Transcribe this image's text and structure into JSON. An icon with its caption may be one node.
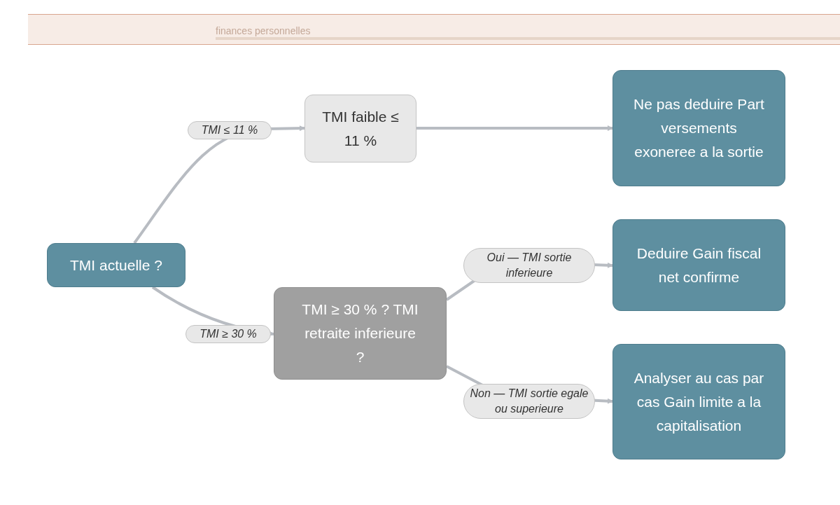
{
  "diagram": {
    "nodes": [
      {
        "text": [
          "TMI actuelle ?"
        ]
      },
      {
        "text": [
          "TMI faible ≤ 11 %"
        ]
      },
      {
        "text": [
          "TMI ≥ 30 % ? TMI retraite inferieure ?"
        ]
      },
      {
        "text": [
          "Ne pas deduire Part versements exoneree a la sortie"
        ]
      },
      {
        "text": [
          "Deduire Gain fiscal net confirme"
        ]
      },
      {
        "text": [
          "Analyser au cas par cas Gain limite a la capitalisation"
        ]
      }
    ],
    "edges": [
      {
        "from": 0,
        "to": 1,
        "arrow": "to",
        "label": "TMI ≤ 11 %"
      },
      {
        "from": 0,
        "to": 2,
        "arrow": "to",
        "label": "TMI ≥ 30 %"
      },
      {
        "from": 1,
        "to": 3,
        "arrow": "to"
      },
      {
        "from": 2,
        "to": 4,
        "arrow": "to",
        "label": "Oui — TMI sortie inferieure"
      },
      {
        "from": 2,
        "to": 5,
        "arrow": "to",
        "label": "Non — TMI sortie egale ou superieure"
      }
    ],
    "labels": [
      "finances personnelles"
    ]
  }
}
